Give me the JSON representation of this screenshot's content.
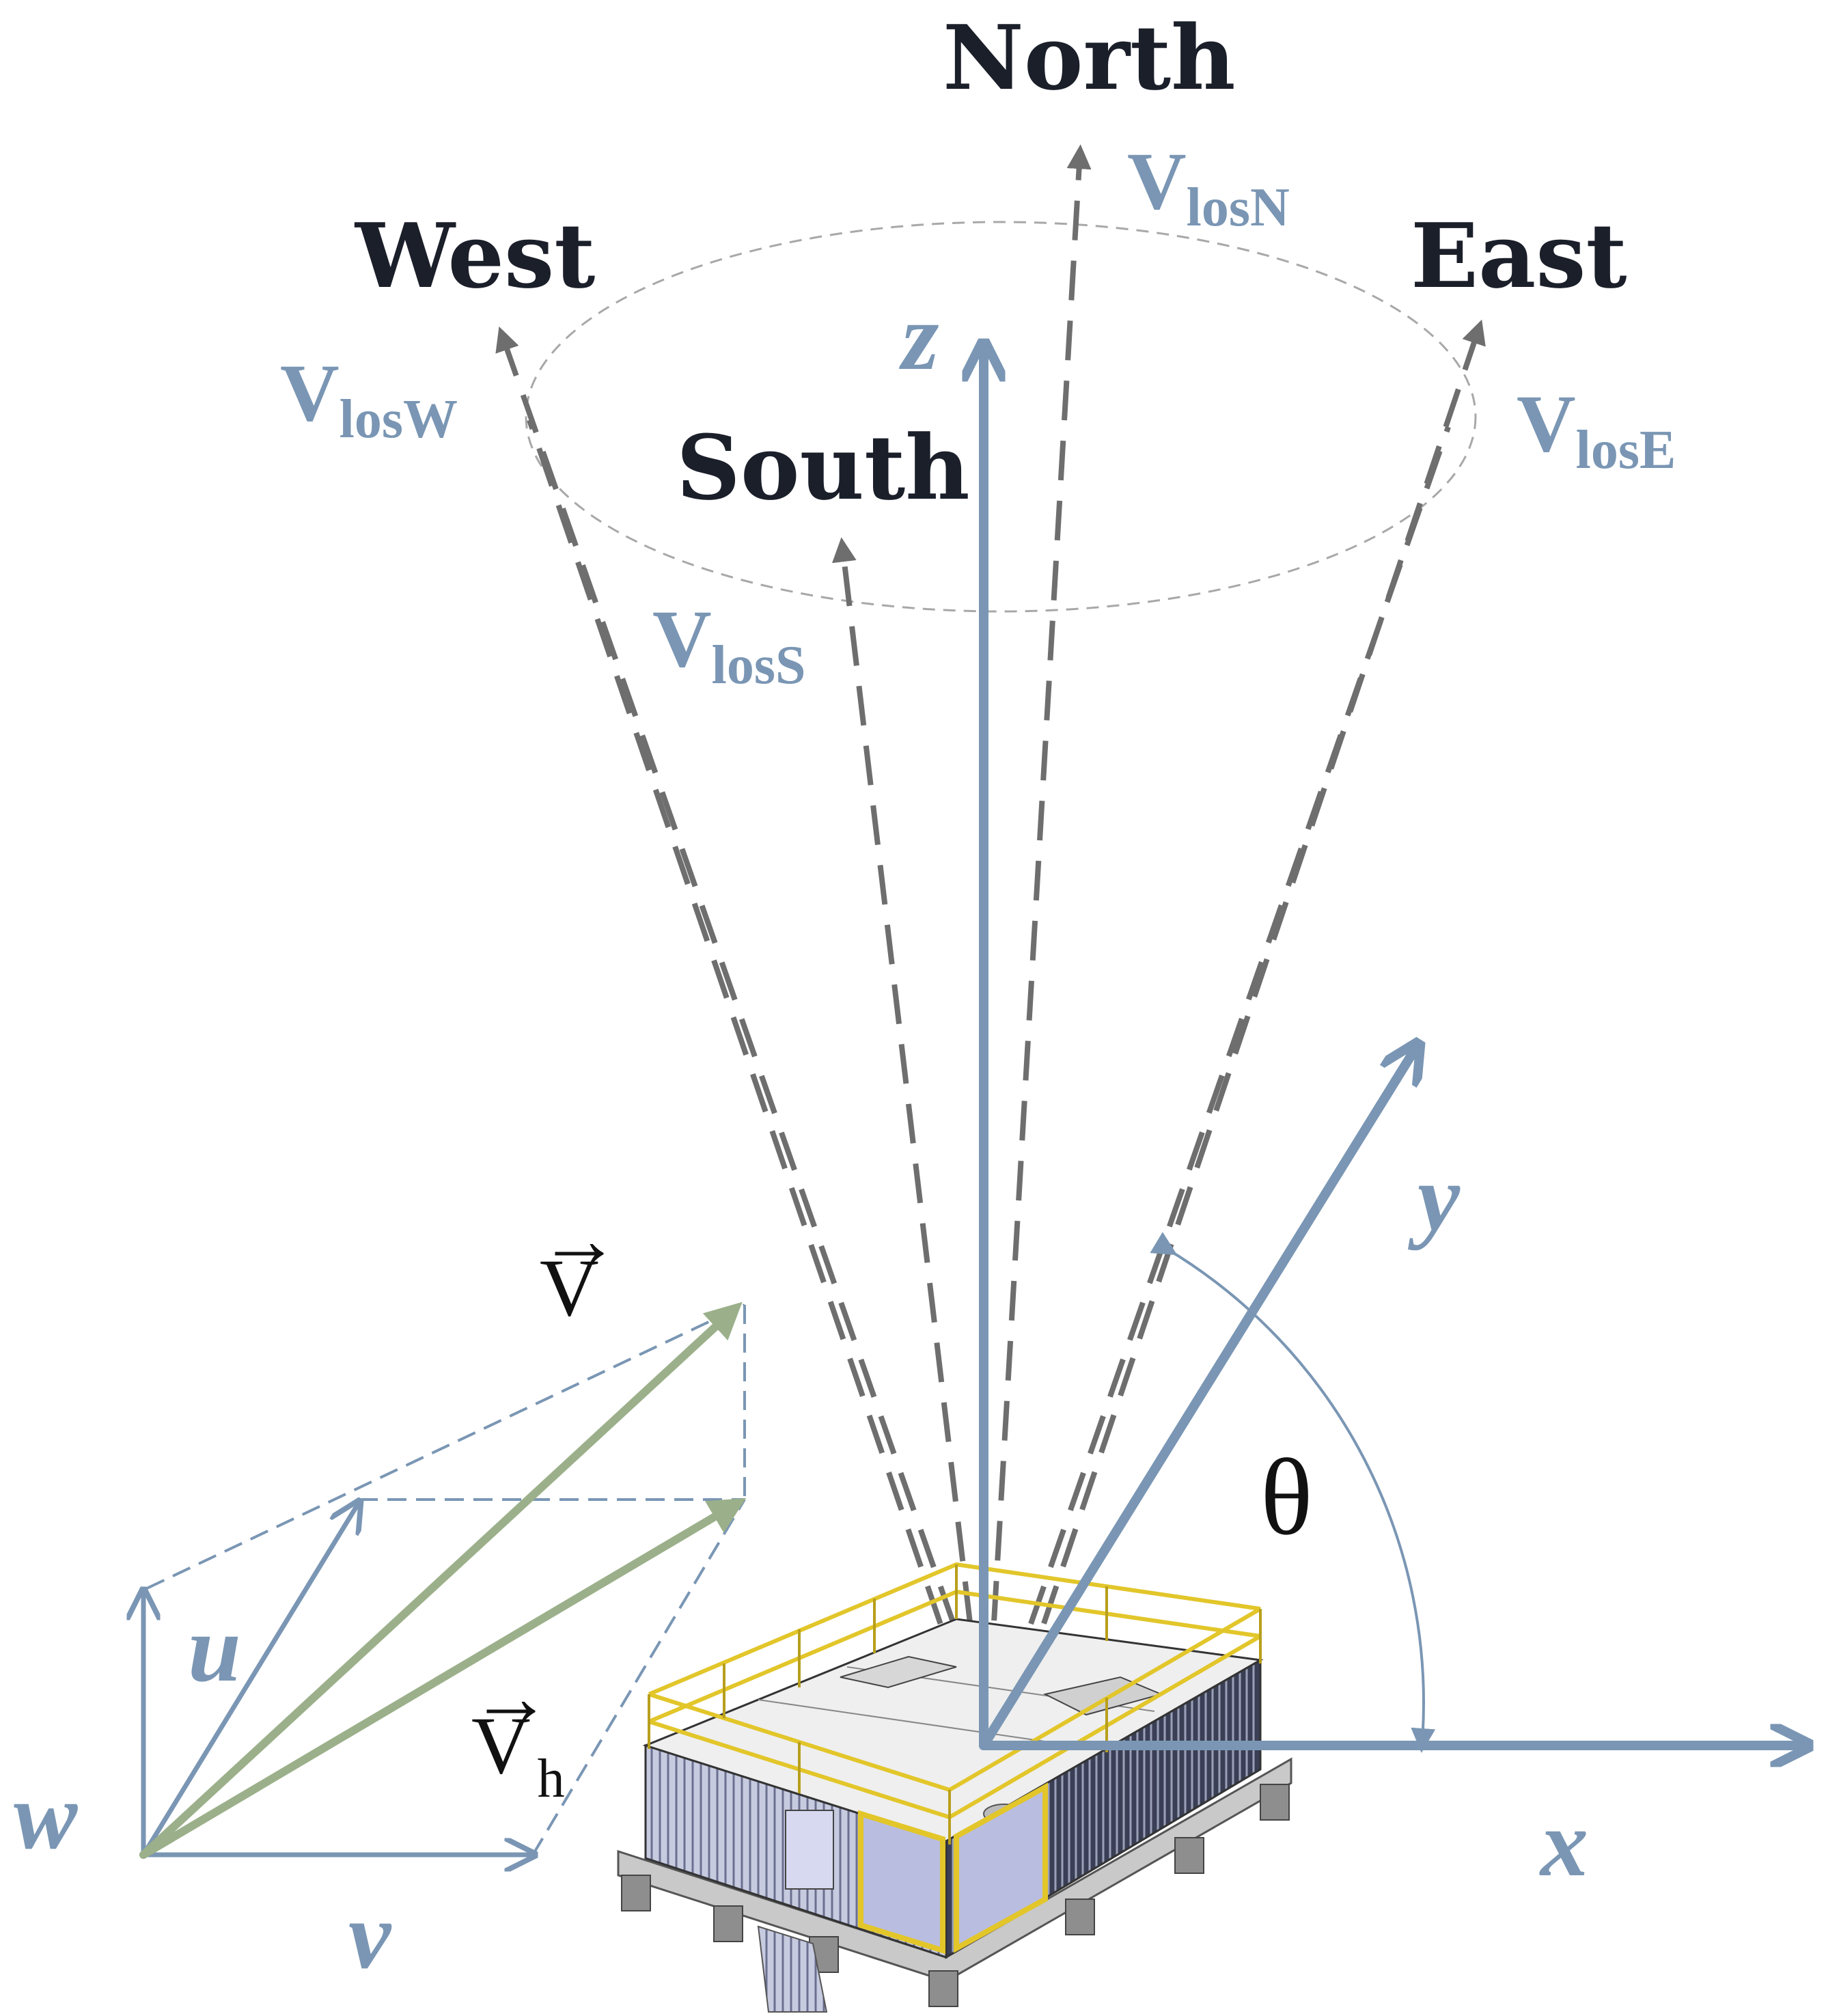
{
  "directions": {
    "north": "North",
    "south": "South",
    "east": "East",
    "west": "West"
  },
  "los": {
    "north": {
      "main": "V",
      "sub": "losN"
    },
    "south": {
      "main": "V",
      "sub": "losS"
    },
    "east": {
      "main": "V",
      "sub": "losE"
    },
    "west": {
      "main": "V",
      "sub": "losW"
    }
  },
  "axes": {
    "x": "x",
    "y": "y",
    "z": "z"
  },
  "angle": "θ",
  "vectors": {
    "v_main": "V",
    "vh_main": "V",
    "vh_sub": "h",
    "arrow": "→",
    "u": "u",
    "v": "v",
    "w": "w"
  },
  "colors": {
    "axis_blue": "#7a96b4",
    "dash_gray": "#6e6e6e",
    "green": "#9bb08a",
    "railing_yellow": "#e2c62a"
  }
}
